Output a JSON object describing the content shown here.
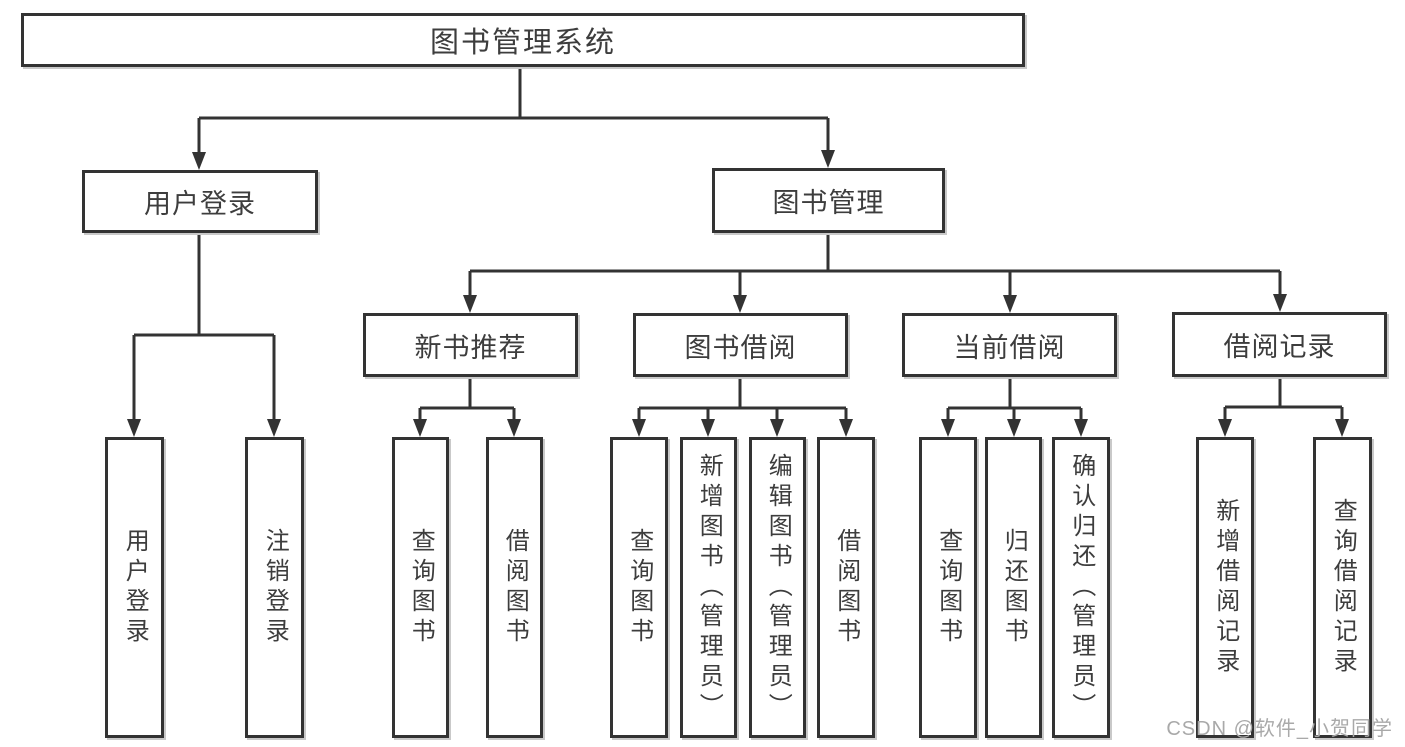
{
  "tree": {
    "label": "图书管理系统",
    "children": [
      {
        "label": "用户登录",
        "children": [
          {
            "label": "用户登录"
          },
          {
            "label": "注销登录"
          }
        ]
      },
      {
        "label": "图书管理",
        "children": [
          {
            "label": "新书推荐",
            "children": [
              {
                "label": "查询图书"
              },
              {
                "label": "借阅图书"
              }
            ]
          },
          {
            "label": "图书借阅",
            "children": [
              {
                "label": "查询图书"
              },
              {
                "label": "新增图书（管理员）"
              },
              {
                "label": "编辑图书（管理员）"
              },
              {
                "label": "借阅图书"
              }
            ]
          },
          {
            "label": "当前借阅",
            "children": [
              {
                "label": "查询图书"
              },
              {
                "label": "归还图书"
              },
              {
                "label": "确认归还（管理员）"
              }
            ]
          },
          {
            "label": "借阅记录",
            "children": [
              {
                "label": "新增借阅记录"
              },
              {
                "label": "查询借阅记录"
              }
            ]
          }
        ]
      }
    ]
  },
  "watermark": {
    "text": "CSDN @软件_小贺同学"
  },
  "colors": {
    "line": "#333333",
    "box_border": "#333333",
    "text": "#3d3d3d",
    "watermark": "#a9a9a9",
    "background": "#ffffff"
  }
}
